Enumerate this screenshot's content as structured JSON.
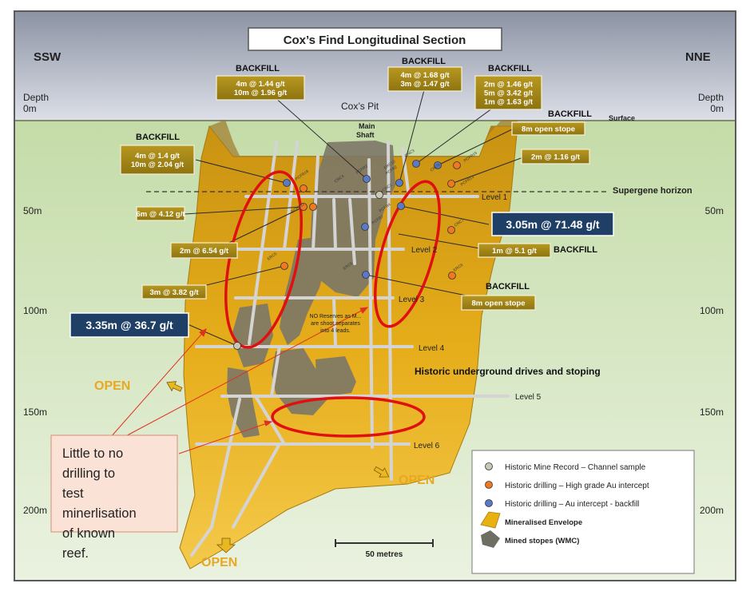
{
  "title": "Cox’s Find Longitudinal Section",
  "directions": {
    "left": "SSW",
    "right": "NNE"
  },
  "depth_left": {
    "label": "Depth",
    "zero": "0m"
  },
  "depth_right": {
    "label": "Depth",
    "zero": "0m"
  },
  "depth_ticks": [
    "50m",
    "100m",
    "150m",
    "200m"
  ],
  "surface_label": "Surface",
  "supergene_label": "Supergene horizon",
  "pit_label": "Cox’s Pit",
  "shaft_label": [
    "Main",
    "Shaft"
  ],
  "levels": [
    "Level 1",
    "Level 2",
    "Level 3",
    "Level 4",
    "Level 5",
    "Level 6"
  ],
  "historic_label": "Historic underground drives and stoping",
  "no_reserves_note": [
    "NO Reserves as M...",
    "are shoot separates",
    "into 4 leads."
  ],
  "open_labels": [
    "OPEN",
    "OPEN",
    "OPEN"
  ],
  "backfill_word": "BACKFILL",
  "intercepts": [
    {
      "lines": [
        "4m @ 1.44 g/t",
        "10m @ 1.96 g/t"
      ]
    },
    {
      "lines": [
        "4m @ 1.68 g/t",
        "3m @ 1.47 g/t"
      ]
    },
    {
      "lines": [
        "2m @ 1.46 g/t",
        "5m @ 3.42 g/t",
        "1m @ 1.63 g/t"
      ]
    },
    {
      "lines": [
        "4m @ 1.4 g/t",
        "10m @ 2.04 g/t"
      ]
    },
    {
      "lines": [
        "8m open stope"
      ]
    },
    {
      "lines": [
        "2m @ 1.16 g/t"
      ]
    },
    {
      "lines": [
        "6m @ 4.12 g/t"
      ]
    },
    {
      "lines": [
        "2m @ 6.54 g/t"
      ]
    },
    {
      "lines": [
        "3m @ 3.82 g/t"
      ]
    },
    {
      "lines": [
        "1m @ 5.1 g/t"
      ]
    },
    {
      "lines": [
        "8m open stope"
      ]
    }
  ],
  "highlights": [
    "3.05m @ 71.48 g/t",
    "3.35m @ 36.7 g/t"
  ],
  "hole_ids": [
    "PCFR18",
    "PCFR11",
    "CRC4",
    "PCFR3",
    "PCFR2",
    "CRC3",
    "CRC8",
    "PCFR15",
    "PCFR13",
    "CRC1",
    "PCFR4",
    "PCFR7",
    "CRC7",
    "ERC5",
    "ERC6",
    "ERC9",
    "ERC10"
  ],
  "callout": "Little to no drilling to test minerlisation of known reef.",
  "scale_bar": "50 metres",
  "legend": [
    {
      "label": "Historic Mine Record – Channel sample",
      "color": "#c8c8b4"
    },
    {
      "label": "Historic drilling – High grade Au intercept",
      "color": "#f07820"
    },
    {
      "label": "Historic drilling – Au intercept - backfill",
      "color": "#5a7ac8"
    },
    {
      "label": "Mineralised Envelope",
      "color": "#e8b010"
    },
    {
      "label": "Mined stopes (WMC)",
      "color": "#6e6e64"
    }
  ],
  "colors": {
    "sky": "#b4b8c4",
    "ground": "#d6e8c0",
    "envelope": "#e0a818",
    "box_fill": "#a88a12",
    "highlight_fill": "#1f3f66",
    "ellipse": "#e01010"
  }
}
